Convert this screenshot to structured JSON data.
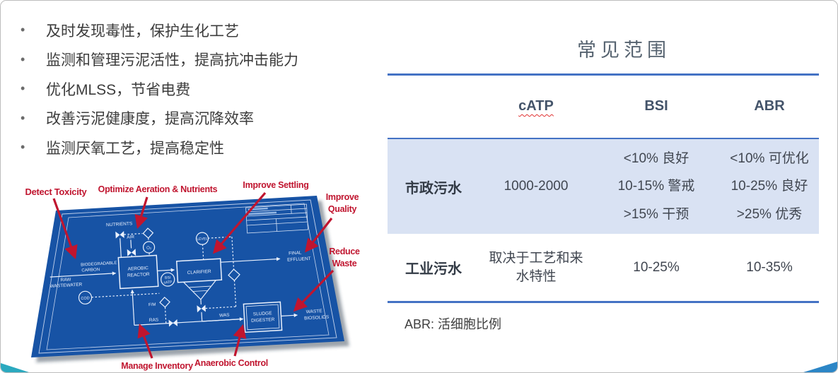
{
  "bullets": [
    "及时发现毒性，保护生化工艺",
    "监测和管理污泥活性，提高抗冲击能力",
    "优化MLSS，节省电费",
    "改善污泥健康度，提高沉降效率",
    "监测厌氧工艺，提高稳定性"
  ],
  "panel": {
    "title": "常见范围",
    "columns": [
      "cATP",
      "BSI",
      "ABR"
    ],
    "rows": [
      {
        "label": "市政污水",
        "catp": "1000-2000",
        "bsi": [
          "<10% 良好",
          "10-15% 警戒",
          ">15% 干预"
        ],
        "abr": [
          "<10% 可优化",
          "10-25% 良好",
          ">25% 优秀"
        ]
      },
      {
        "label": "工业污水",
        "catp": "取决于工艺和来水特性",
        "bsi": [
          "10-25%"
        ],
        "abr": [
          "10-35%"
        ]
      }
    ],
    "footnote": "ABR: 活细胞比例"
  },
  "blueprint": {
    "red_labels": {
      "detect_toxicity": "Detect Toxicity",
      "optimize": "Optimize Aeration & Nutrients",
      "settling": "Improve Settling",
      "quality": [
        "Improve",
        "Quality"
      ],
      "waste": [
        "Reduce",
        "Waste"
      ],
      "inventory": "Manage Inventory",
      "anaerobic": "Anaerobic Control"
    },
    "labels": {
      "nutrients": "NUTRIENTS",
      "air": "AIR",
      "o2": "O₂",
      "cod": "COD",
      "level": "LEVEL",
      "bsi_catp": [
        "BSI",
        "cATP"
      ],
      "raw_wastewater": [
        "RAW",
        "WASTEWATER"
      ],
      "biodegradable": [
        "BIODEGRADABLE",
        "CARBON"
      ],
      "aerobic_reactor": [
        "AEROBIC",
        "REACTOR"
      ],
      "clarifier": "CLARIFIER",
      "final_effluent": [
        "FINAL",
        "EFFLUENT"
      ],
      "fm": "F/M",
      "ras": "RAS",
      "was": "WAS",
      "sludge_digester": [
        "SLUDGE",
        "DIGESTER"
      ],
      "waste_biosolids": [
        "WASTE",
        "BIOSOLIDS"
      ]
    }
  },
  "colors": {
    "accent_rule": "#4472C4",
    "band": "#D9E2F3",
    "red": "#C0152F",
    "blueprint_blue": "#1753A5",
    "wedge_teal": "#2BA9BF",
    "wedge_blue": "#2C86C6",
    "heading": "#566370",
    "header_text": "#44546A",
    "body_text": "#404650"
  }
}
